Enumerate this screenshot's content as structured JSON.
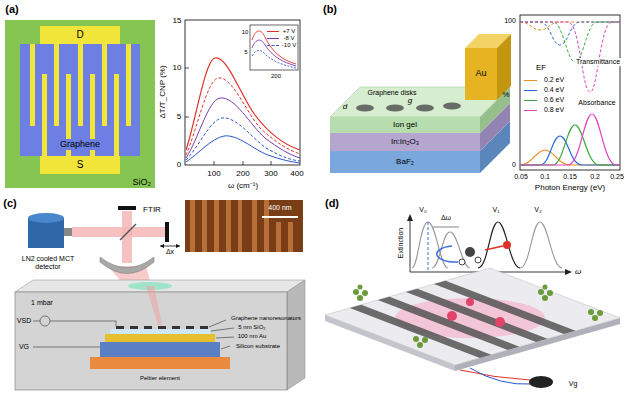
{
  "diagram": {
    "nodes": [
      {
        "text": [
          "SiO₂"
        ]
      },
      {
        "text": [
          "D"
        ],
        "in": 0
      },
      {
        "text": [
          "Graphene"
        ],
        "in": 0
      },
      {
        "text": [
          "S"
        ],
        "in": 0
      },
      {
        "text": [
          "Au"
        ]
      },
      {
        "text": [
          "Ion gel"
        ]
      },
      {
        "text": [
          "In:In₂O₃"
        ]
      },
      {
        "text": [
          "BaF₂"
        ]
      }
    ],
    "labels": [
      "(a)",
      "ΔT/T_CNP (%)",
      "ω (cm⁻¹)",
      "100",
      "200",
      "300",
      "400",
      "0",
      "5",
      "10",
      "15",
      "10",
      "5",
      "200",
      "(b)",
      "Graphene disks",
      "d",
      "g",
      "EF",
      "Transmittance",
      "Absorbance",
      "%",
      "100",
      "0",
      "0.05",
      "0.1",
      "0.15",
      "0.2",
      "0.25",
      "Photon Energy (eV)",
      "(c)",
      "LN2 cooled MCT detector",
      "FTIR",
      "Δx",
      "400 nm",
      "1 mbar",
      "VSD",
      "VG",
      "Graphene nanoresonators",
      "5 nm SiO₂",
      "100 nm Au",
      "Silicon substrate",
      "Peltier element",
      "(d)",
      "Extinction",
      "ω",
      "Δω",
      "V₀",
      "V₁",
      "V₂",
      "Vg"
    ],
    "legend": [
      {
        "text": "+7 V"
      },
      {
        "text": "-8 V"
      },
      {
        "text": "-10 V"
      },
      {
        "text": "0.2 eV"
      },
      {
        "text": "0.4 eV"
      },
      {
        "text": "0.6 eV"
      },
      {
        "text": "0.8 eV"
      }
    ]
  }
}
